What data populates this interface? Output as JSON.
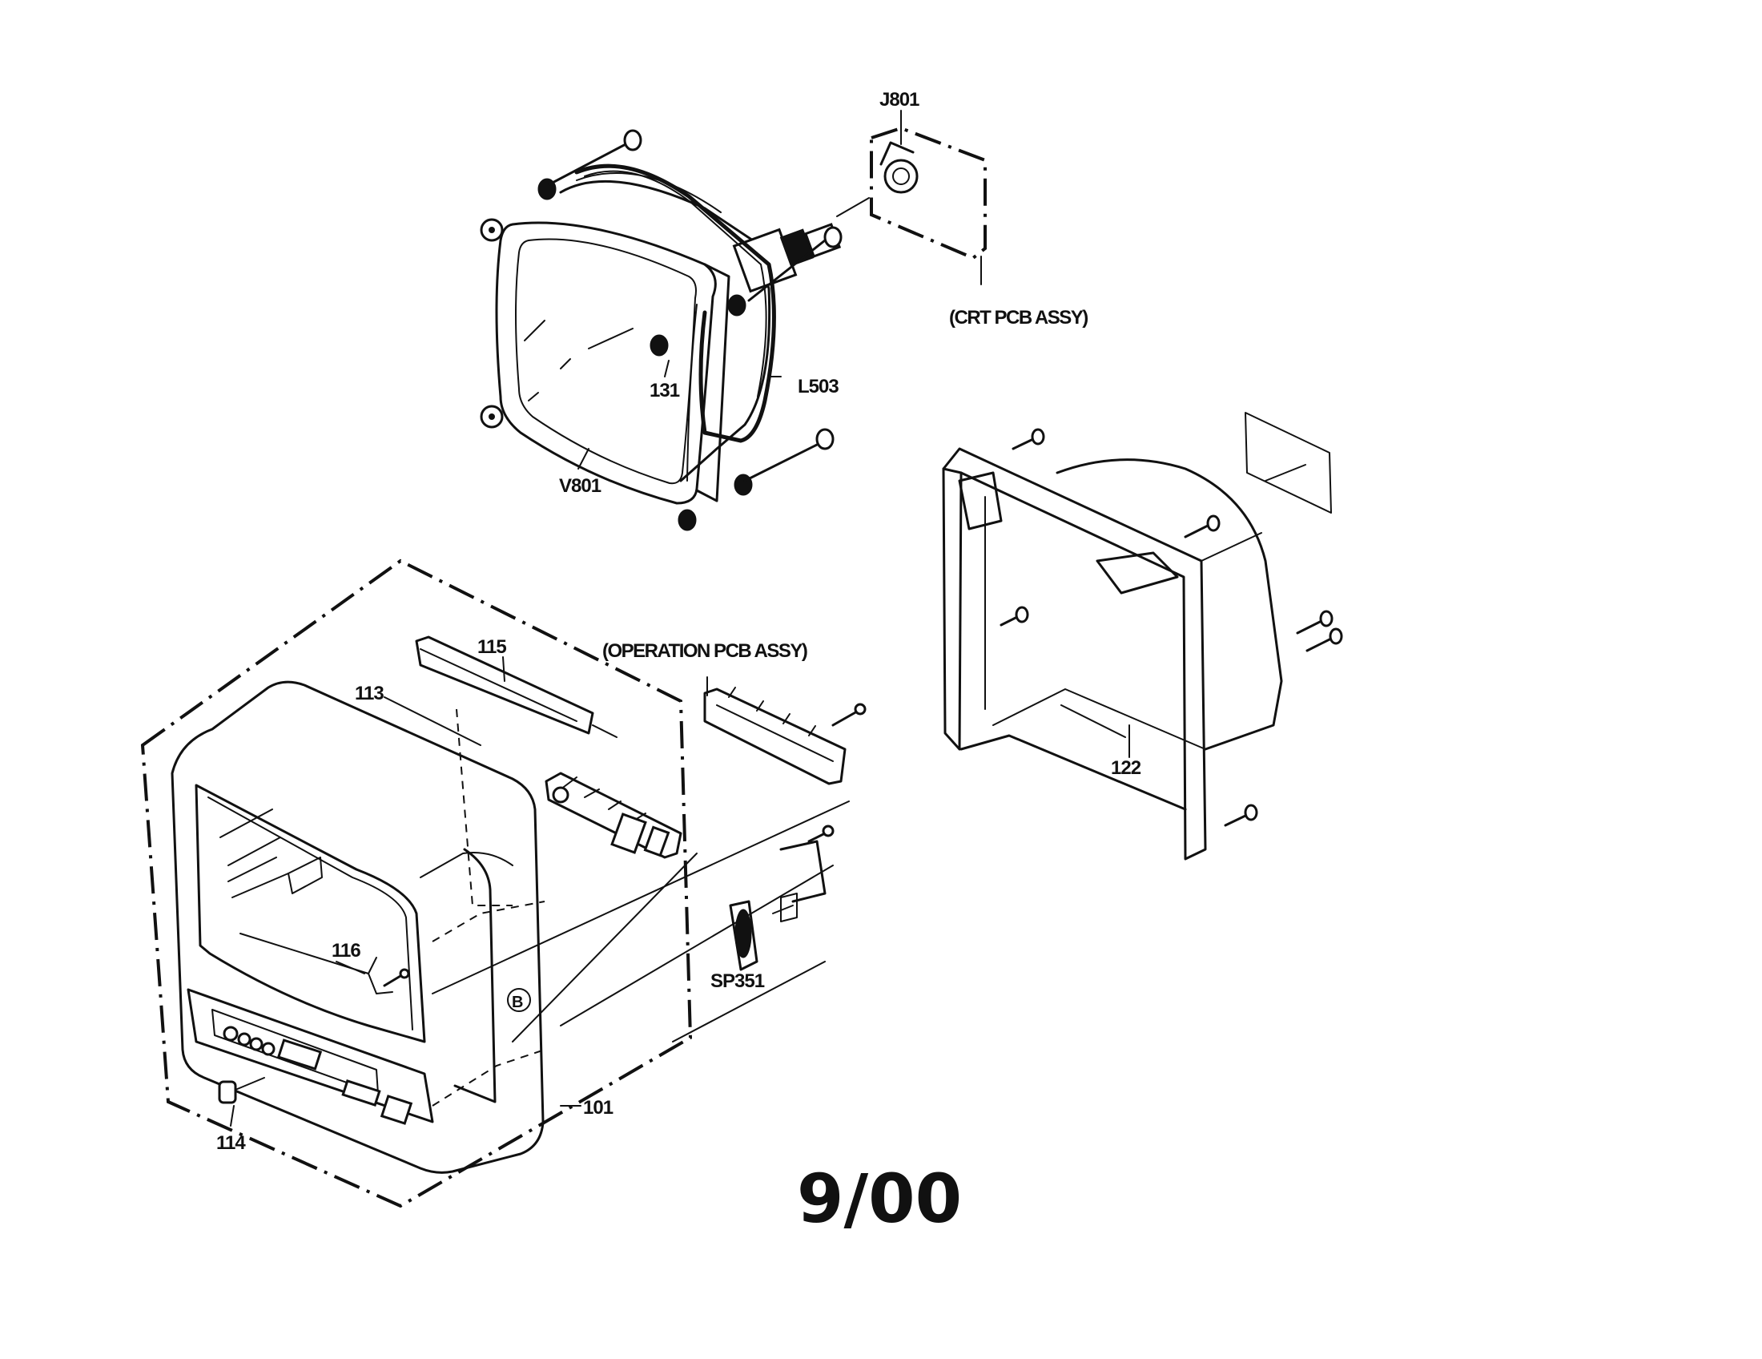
{
  "labels": {
    "j801": "J801",
    "crt_pcb_assy": "(CRT PCB ASSY)",
    "p131": "131",
    "l503": "L503",
    "v801": "V801",
    "p115": "115",
    "operation_pcb_assy": "(OPERATION PCB ASSY)",
    "p113": "113",
    "p122": "122",
    "p116": "116",
    "marker_b": "B",
    "sp351": "SP351",
    "p101": "101",
    "p114": "114"
  },
  "date_code": "9/00"
}
